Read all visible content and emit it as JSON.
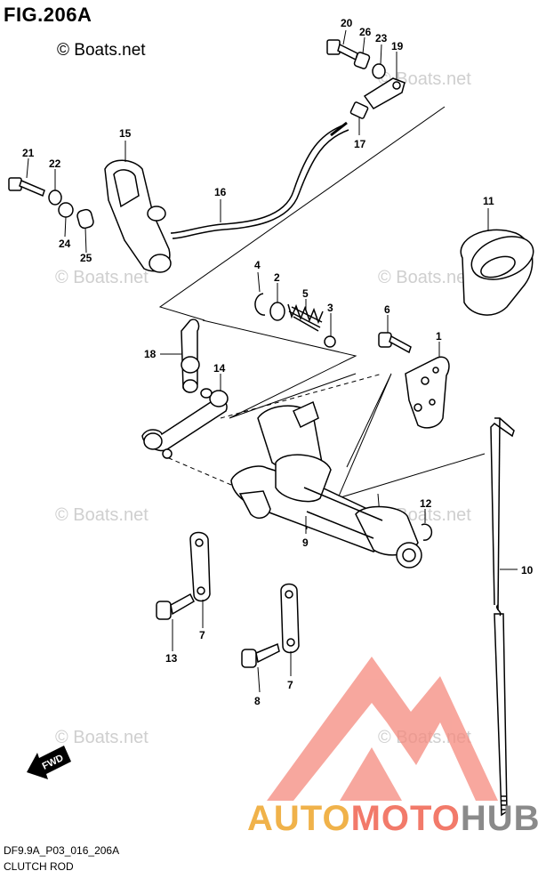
{
  "figure": {
    "title": "FIG.206A",
    "copyright": "© Boats.net",
    "code": "DF9.9A_P03_016_206A",
    "caption": "CLUTCH ROD",
    "forward_label": "FWD"
  },
  "watermark": {
    "text": "© Boats.net",
    "brand_part1": "AUTO",
    "brand_part2": "MOTO",
    "brand_part3": "HUB",
    "colors": {
      "auto": "#f0b24a",
      "moto": "#f27a6a",
      "hub": "#8a8a8a",
      "logo": "#f58a7e"
    }
  },
  "callouts": [
    "20",
    "26",
    "23",
    "19",
    "17",
    "15",
    "16",
    "21",
    "22",
    "24",
    "25",
    "11",
    "4",
    "2",
    "5",
    "3",
    "6",
    "1",
    "18",
    "14",
    "9",
    "12",
    "10",
    "13",
    "7",
    "8",
    "7"
  ]
}
